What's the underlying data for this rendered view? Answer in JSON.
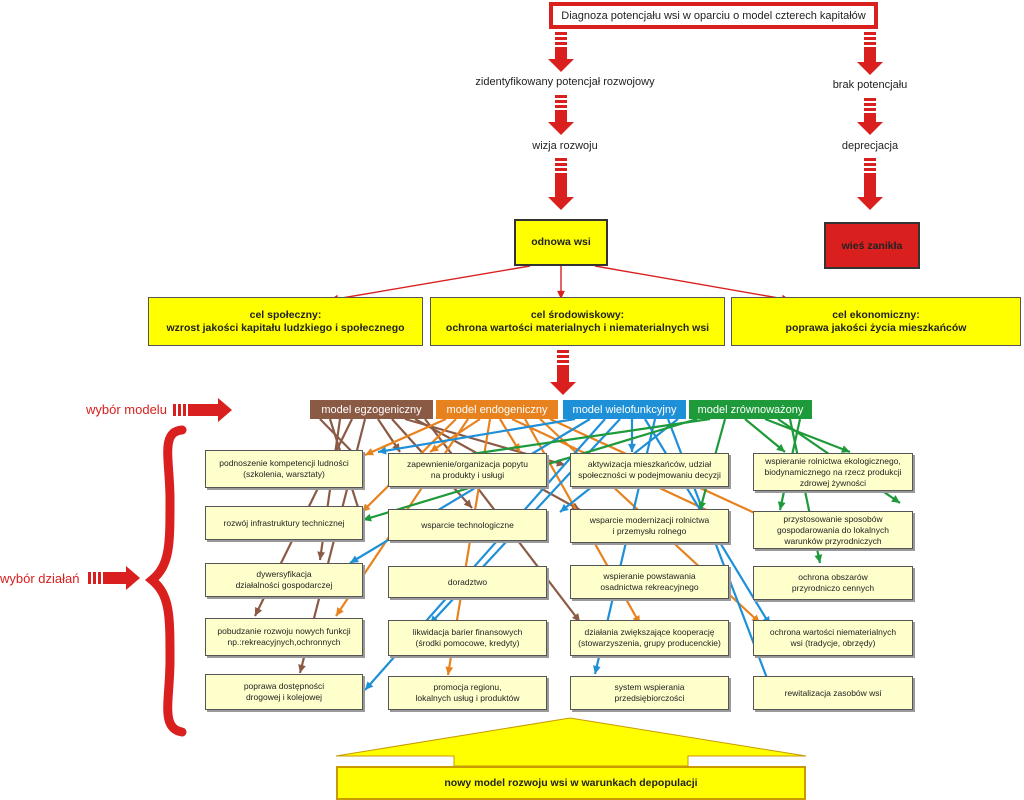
{
  "diagnosis": "Diagnoza potencjału wsi w oparciu o model czterech kapitałów",
  "left_path": {
    "step1": "zidentyfikowany potencjał rozwojowy",
    "step2": "wizja rozwoju",
    "result": "odnowa wsi"
  },
  "right_path": {
    "step1": "brak potencjału",
    "step2": "deprecjacja",
    "result": "wieś zanikła"
  },
  "goals": [
    {
      "label": "cel społeczny:\nwzrost jakości kapitału ludzkiego i społecznego"
    },
    {
      "label": "cel środowiskowy:\nochrona wartości materialnych i niematerialnych wsi"
    },
    {
      "label": "cel ekonomiczny:\npoprawa jakości życia mieszkańców"
    }
  ],
  "side_labels": {
    "model_choice": "wybór modelu",
    "action_choice": "wybór działań"
  },
  "models": [
    {
      "label": "model egzogeniczny",
      "color": "#8b5a45"
    },
    {
      "label": "model endogeniczny",
      "color": "#e8821e"
    },
    {
      "label": "model wielofunkcyjny",
      "color": "#1e90d8"
    },
    {
      "label": "model zrównoważony",
      "color": "#1e9a3a"
    }
  ],
  "actions": {
    "col1": [
      "podnoszenie kompetencji ludności\n(szkolenia, warsztaty)",
      "rozwój infrastruktury technicznej",
      "dywersyfikacja\ndziałalności gospodarczej",
      "pobudzanie rozwoju nowych funkcji\nnp.:rekreacyjnych,ochronnych",
      "poprawa dostępności\ndrogowej i kolejowej"
    ],
    "col2": [
      "zapewnienie/organizacja popytu\nna produkty i usługi",
      "wsparcie technologiczne",
      "doradztwo",
      "likwidacja barier finansowych\n(środki pomocowe, kredyty)",
      "promocja regionu,\nlokalnych usług i produktów"
    ],
    "col3": [
      "aktywizacja mieszkańców, udział\nspołeczności w podejmowaniu decyzji",
      "wsparcie modernizacji rolnictwa\ni  przemysłu rolnego",
      "wspieranie powstawania\nosadnictwa rekreacyjnego",
      "działania zwiększające kooperację\n(stowarzyszenia, grupy producenckie)",
      "system wspierania\nprzedsiębiorczości"
    ],
    "col4": [
      "wspieranie rolnictwa ekologicznego,\nbiodynamicznego na rzecz produkcji\nzdrowej żywności",
      "przystosowanie sposobów\ngospodarowania do lokalnych\nwarunków przyrodniczych",
      "ochrona obszarów\nprzyrodniczo cennych",
      "ochrona wartości niematerialnych\nwsi (tradycje, obrzędy)",
      "rewitalizacja zasobów wsi"
    ]
  },
  "bottom": "nowy model rozwoju wsi w warunkach depopulacji",
  "colors": {
    "arrow_red": "#d9201e",
    "goal_yellow": "#ffff00",
    "action_bg": "#ffffcc",
    "dead_red": "#d9201e"
  }
}
